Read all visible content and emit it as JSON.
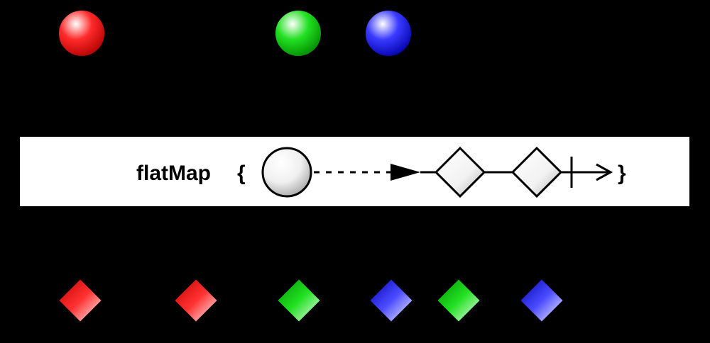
{
  "operator": {
    "name": "flatMap",
    "open_brace": "{",
    "close_brace": "}"
  },
  "colors": {
    "background": "#000000",
    "operator_box": "#ffffff",
    "red": "#ff0000",
    "green": "#00cc00",
    "blue": "#1a1aff",
    "neutral": "#d0d0d0"
  },
  "input_stream": {
    "items": [
      {
        "shape": "circle",
        "color": "red"
      },
      {
        "shape": "circle",
        "color": "green"
      },
      {
        "shape": "circle",
        "color": "blue"
      }
    ]
  },
  "transform_pictogram": {
    "input_shape": "circle",
    "arrow": "dashed-arrow",
    "output_shapes": [
      "diamond",
      "diamond"
    ],
    "terminator": "completion-bar-arrow"
  },
  "output_stream": {
    "items": [
      {
        "shape": "diamond",
        "color": "red"
      },
      {
        "shape": "diamond",
        "color": "red"
      },
      {
        "shape": "diamond",
        "color": "green"
      },
      {
        "shape": "diamond",
        "color": "blue"
      },
      {
        "shape": "diamond",
        "color": "green"
      },
      {
        "shape": "diamond",
        "color": "blue"
      }
    ]
  }
}
